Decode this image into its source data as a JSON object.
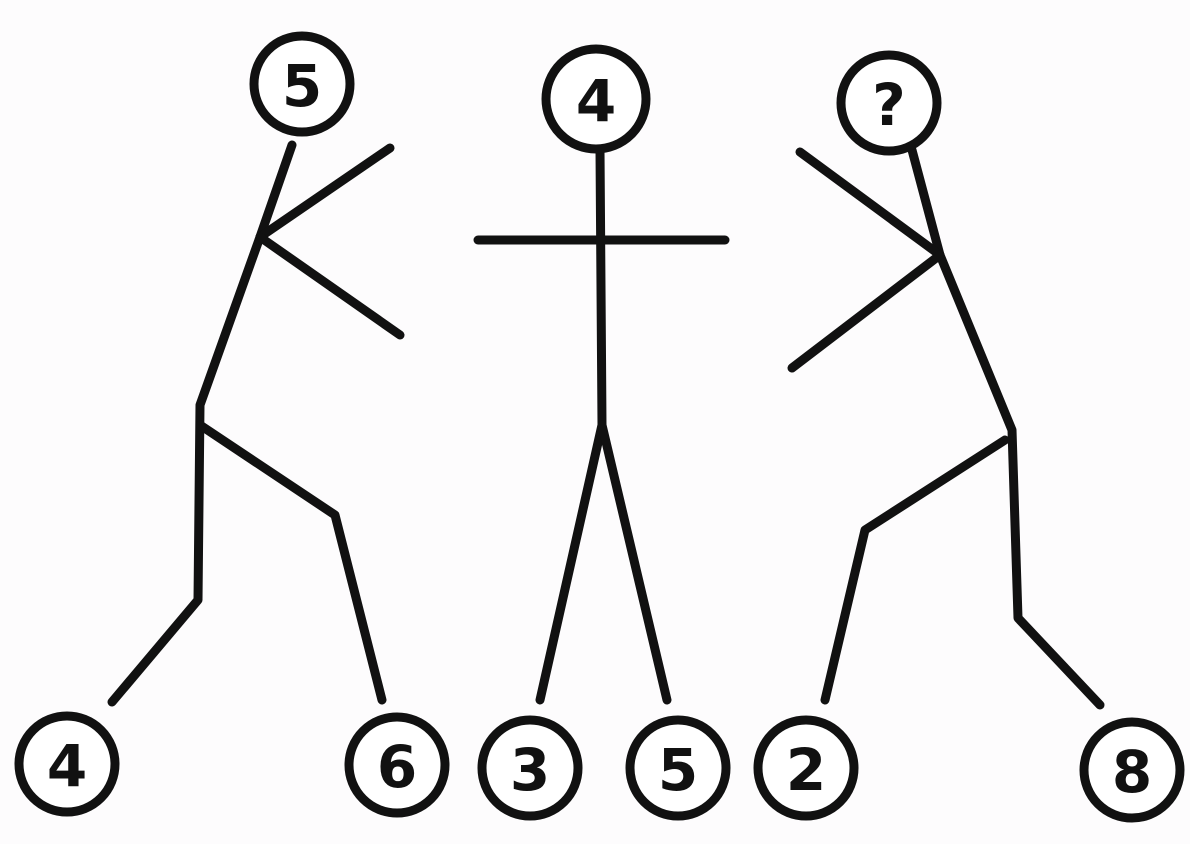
{
  "figures": [
    {
      "head": "5",
      "left_foot": "4",
      "right_foot": "6"
    },
    {
      "head": "4",
      "left_foot": "3",
      "right_foot": "5"
    },
    {
      "head": "?",
      "left_foot": "2",
      "right_foot": "8"
    }
  ],
  "colors": {
    "ink": "#111111",
    "background": "#fdfcfd"
  }
}
